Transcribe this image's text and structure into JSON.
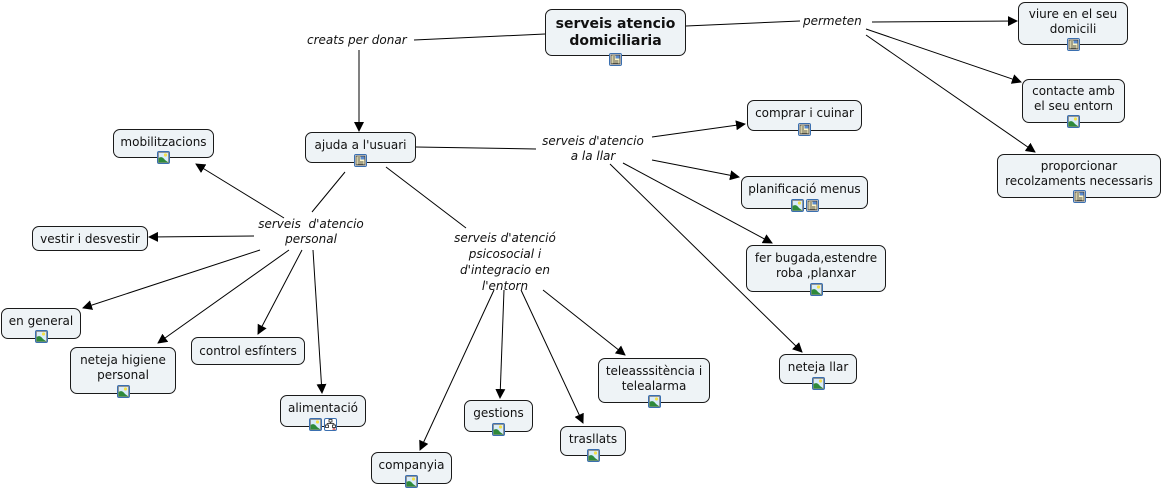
{
  "root": {
    "label1": "serveis atencio",
    "label2": "domiciliaria",
    "icons": [
      "document-icon"
    ]
  },
  "phrases": {
    "creats": "creats per donar",
    "permeten": "permeten",
    "llar1": "serveis d'atencio",
    "llar2": "a la llar",
    "personal1": "serveis  d'atencio",
    "personal2": "personal",
    "psico1": "serveis d'atenció",
    "psico2": "psicosocial i",
    "psico3": "d'integracio en",
    "psico4": "l'entorn"
  },
  "nodes": {
    "viure": {
      "label1": "viure en el seu",
      "label2": "domicili"
    },
    "contacte": {
      "label1": "contacte amb",
      "label2": "el seu entorn"
    },
    "proporcionar": {
      "label1": "proporcionar",
      "label2": "recolzaments necessaris"
    },
    "ajuda": {
      "label1": "ajuda a l'usuari"
    },
    "comprar": {
      "label1": "comprar i cuinar"
    },
    "planificacio": {
      "label1": "planificació menus"
    },
    "bugada": {
      "label1": "fer bugada,estendre",
      "label2": "roba ,planxar"
    },
    "neteja_llar": {
      "label1": "neteja llar"
    },
    "mobilitzacions": {
      "label1": "mobilitzacions"
    },
    "vestir": {
      "label1": "vestir i desvestir"
    },
    "en_general": {
      "label1": "en general"
    },
    "neteja_higiene": {
      "label1": "neteja higiene",
      "label2": "personal"
    },
    "control": {
      "label1": "control esfínters"
    },
    "alimentacio": {
      "label1": "alimentació"
    },
    "companyia": {
      "label1": "companyia"
    },
    "gestions": {
      "label1": "gestions"
    },
    "trasllats": {
      "label1": "trasllats"
    },
    "teleassistencia": {
      "label1": "teleasssitència i",
      "label2": "telealarma"
    }
  },
  "colors": {
    "node_bg": "#eef3f6",
    "node_border": "#1a1a1a",
    "icon_border": "#3a6fb0"
  }
}
